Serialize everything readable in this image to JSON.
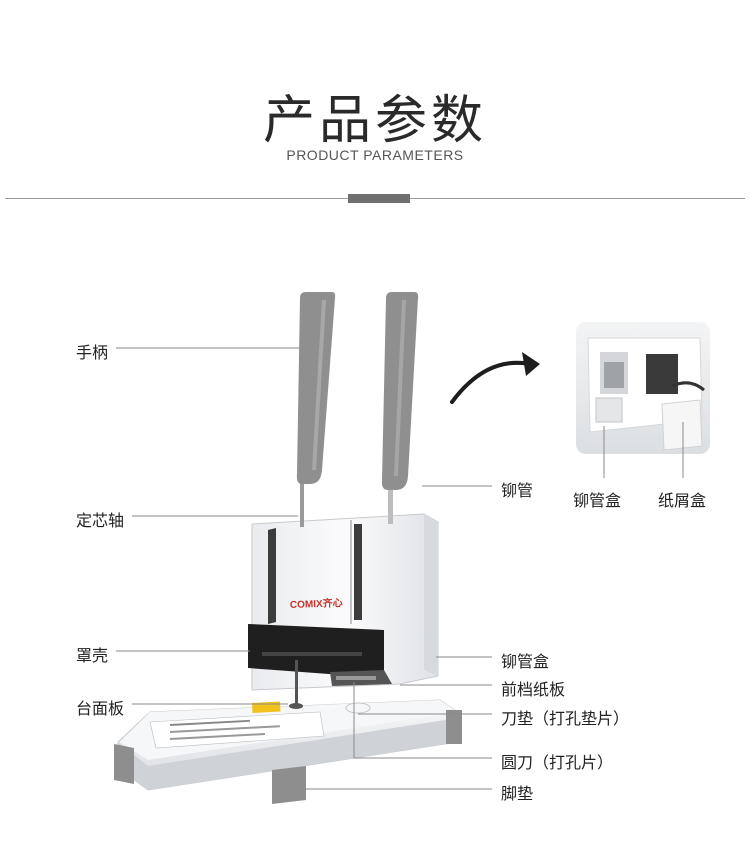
{
  "header": {
    "title": "产品参数",
    "subtitle": "PRODUCT PARAMETERS"
  },
  "product": {
    "brand": "COMIX齐心"
  },
  "labels": {
    "handle": "手柄",
    "mandrel": "定芯轴",
    "cover": "罩壳",
    "table": "台面板",
    "rivet_tube": "铆管",
    "rivet_box": "铆管盒",
    "front_guide": "前档纸板",
    "pad": "刀垫（打孔垫片）",
    "drill": "圆刀（打孔片）",
    "foot": "脚垫"
  },
  "inset": {
    "rivet_box": "铆管盒",
    "scrap_box": "纸屑盒"
  },
  "colors": {
    "handle_gray": "#8f8f8f",
    "body_white": "#f4f5f7",
    "line_gray": "#8a8a8a"
  }
}
